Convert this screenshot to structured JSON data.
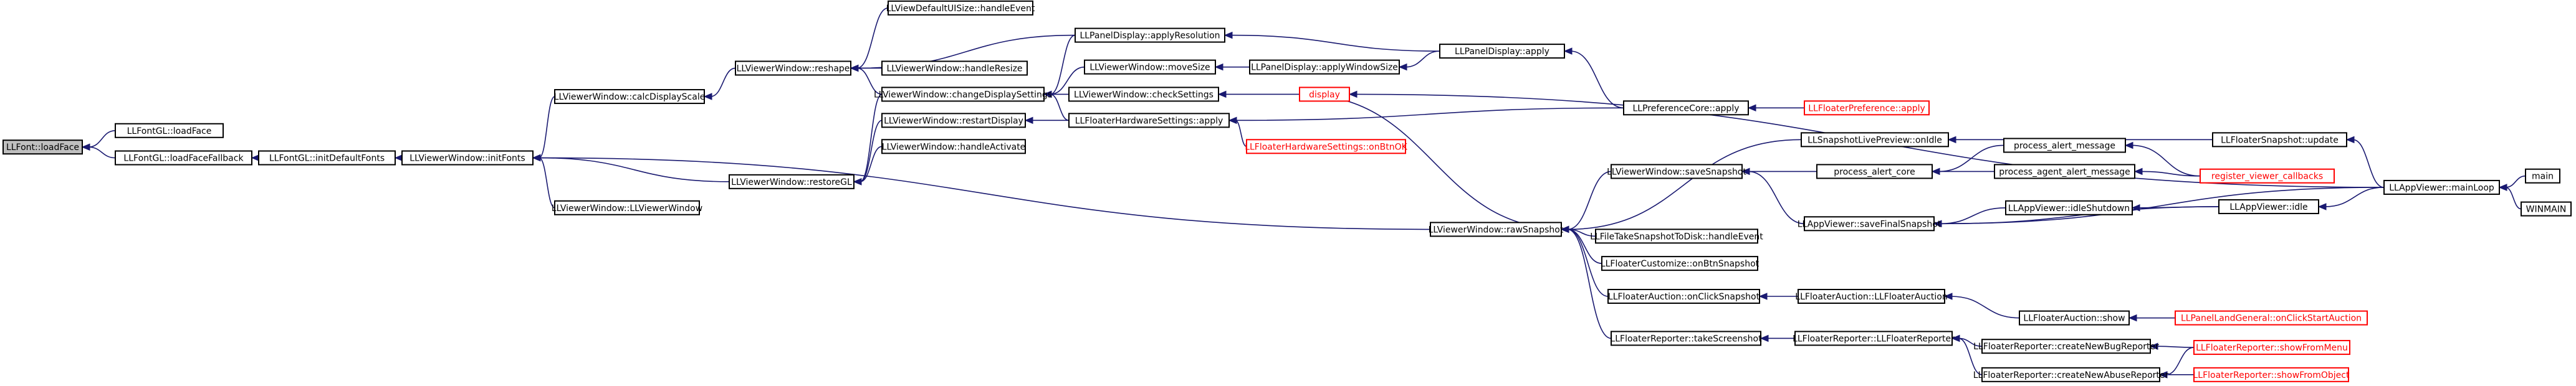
{
  "graph": {
    "nodes": [
      {
        "id": "loadFace",
        "label": "LLFont::loadFace",
        "style": "focus"
      },
      {
        "id": "glLoadFace",
        "label": "LLFontGL::loadFace",
        "style": "normal"
      },
      {
        "id": "glLoadFaceFallback",
        "label": "LLFontGL::loadFaceFallback",
        "style": "normal"
      },
      {
        "id": "initDefaultFonts",
        "label": "LLFontGL::initDefaultFonts",
        "style": "normal"
      },
      {
        "id": "initFonts",
        "label": "LLViewerWindow::initFonts",
        "style": "normal"
      },
      {
        "id": "calcDisplayScale",
        "label": "LLViewerWindow::calcDisplayScale",
        "style": "normal"
      },
      {
        "id": "restoreGL",
        "label": "LLViewerWindow::restoreGL",
        "style": "normal"
      },
      {
        "id": "vwCtor",
        "label": "LLViewerWindow::LLViewerWindow",
        "style": "normal"
      },
      {
        "id": "reshape",
        "label": "LLViewerWindow::reshape",
        "style": "normal"
      },
      {
        "id": "changeDisplaySettings",
        "label": "LLViewerWindow::changeDisplaySettings",
        "style": "normal"
      },
      {
        "id": "restartDisplay",
        "label": "LLViewerWindow::restartDisplay",
        "style": "normal"
      },
      {
        "id": "handleActivate",
        "label": "LLViewerWindow::handleActivate",
        "style": "normal"
      },
      {
        "id": "handleEvent",
        "label": "LLViewDefaultUISize::handleEvent",
        "style": "normal"
      },
      {
        "id": "handleResize",
        "label": "LLViewerWindow::handleResize",
        "style": "normal"
      },
      {
        "id": "applyResolution",
        "label": "LLPanelDisplay::applyResolution",
        "style": "normal"
      },
      {
        "id": "moveSize",
        "label": "LLViewerWindow::moveSize",
        "style": "normal"
      },
      {
        "id": "checkSettings",
        "label": "LLViewerWindow::checkSettings",
        "style": "normal"
      },
      {
        "id": "hwApply",
        "label": "LLFloaterHardwareSettings::apply",
        "style": "normal"
      },
      {
        "id": "hwOnBtnOK",
        "label": "LLFloaterHardwareSettings::onBtnOK",
        "style": "red"
      },
      {
        "id": "display",
        "label": "display",
        "style": "red"
      },
      {
        "id": "applyWindowSize",
        "label": "LLPanelDisplay::applyWindowSize",
        "style": "normal"
      },
      {
        "id": "pdApply",
        "label": "LLPanelDisplay::apply",
        "style": "normal"
      },
      {
        "id": "prefCoreApply",
        "label": "LLPreferenceCore::apply",
        "style": "normal"
      },
      {
        "id": "prefApply",
        "label": "LLFloaterPreference::apply",
        "style": "red"
      },
      {
        "id": "rawSnapshot",
        "label": "LLViewerWindow::rawSnapshot",
        "style": "normal"
      },
      {
        "id": "saveSnapshot",
        "label": "LLViewerWindow::saveSnapshot",
        "style": "normal"
      },
      {
        "id": "fileTake",
        "label": "LLFileTakeSnapshotToDisk::handleEvent",
        "style": "normal"
      },
      {
        "id": "fcOnBtn",
        "label": "LLFloaterCustomize::onBtnSnapshot",
        "style": "normal"
      },
      {
        "id": "faOnClick",
        "label": "LLFloaterAuction::onClickSnapshot",
        "style": "normal"
      },
      {
        "id": "frTake",
        "label": "LLFloaterReporter::takeScreenshot",
        "style": "normal"
      },
      {
        "id": "snapLiveOnIdle",
        "label": "LLSnapshotLivePreview::onIdle",
        "style": "normal"
      },
      {
        "id": "processAlertCore",
        "label": "process_alert_core",
        "style": "normal"
      },
      {
        "id": "saveFinalSnapshot",
        "label": "LLAppViewer::saveFinalSnapshot",
        "style": "normal"
      },
      {
        "id": "faCtor",
        "label": "LLFloaterAuction::LLFloaterAuction",
        "style": "normal"
      },
      {
        "id": "frCtor",
        "label": "LLFloaterReporter::LLFloaterReporter",
        "style": "normal"
      },
      {
        "id": "fsUpdate",
        "label": "LLFloaterSnapshot::update",
        "style": "normal"
      },
      {
        "id": "processAlertMessage",
        "label": "process_alert_message",
        "style": "normal"
      },
      {
        "id": "processAgentAlert",
        "label": "process_agent_alert_message",
        "style": "normal"
      },
      {
        "id": "idleShutdown",
        "label": "LLAppViewer::idleShutdown",
        "style": "normal"
      },
      {
        "id": "faShow",
        "label": "LLFloaterAuction::show",
        "style": "normal"
      },
      {
        "id": "createBug",
        "label": "LLFloaterReporter::createNewBugReporter",
        "style": "normal"
      },
      {
        "id": "createAbuse",
        "label": "LLFloaterReporter::createNewAbuseReporter",
        "style": "normal"
      },
      {
        "id": "registerCallbacks",
        "label": "register_viewer_callbacks",
        "style": "red"
      },
      {
        "id": "appIdle",
        "label": "LLAppViewer::idle",
        "style": "normal"
      },
      {
        "id": "plgOnClick",
        "label": "LLPanelLandGeneral::onClickStartAuction",
        "style": "red"
      },
      {
        "id": "showFromMenu",
        "label": "LLFloaterReporter::showFromMenu",
        "style": "red"
      },
      {
        "id": "showFromObject",
        "label": "LLFloaterReporter::showFromObject",
        "style": "red"
      },
      {
        "id": "mainLoop",
        "label": "LLAppViewer::mainLoop",
        "style": "normal"
      },
      {
        "id": "main",
        "label": "main",
        "style": "normal"
      },
      {
        "id": "winmain",
        "label": "WINMAIN",
        "style": "normal"
      }
    ],
    "edges": [
      [
        "glLoadFace",
        "loadFace"
      ],
      [
        "glLoadFaceFallback",
        "loadFace"
      ],
      [
        "initDefaultFonts",
        "glLoadFaceFallback"
      ],
      [
        "initFonts",
        "initDefaultFonts"
      ],
      [
        "calcDisplayScale",
        "initFonts"
      ],
      [
        "restoreGL",
        "initFonts"
      ],
      [
        "vwCtor",
        "initFonts"
      ],
      [
        "rawSnapshot",
        "initFonts"
      ],
      [
        "reshape",
        "calcDisplayScale"
      ],
      [
        "changeDisplaySettings",
        "restoreGL"
      ],
      [
        "restartDisplay",
        "restoreGL"
      ],
      [
        "handleActivate",
        "restoreGL"
      ],
      [
        "handleEvent",
        "reshape"
      ],
      [
        "handleResize",
        "reshape"
      ],
      [
        "changeDisplaySettings",
        "reshape"
      ],
      [
        "applyResolution",
        "reshape"
      ],
      [
        "applyResolution",
        "changeDisplaySettings"
      ],
      [
        "moveSize",
        "changeDisplaySettings"
      ],
      [
        "checkSettings",
        "changeDisplaySettings"
      ],
      [
        "hwApply",
        "changeDisplaySettings"
      ],
      [
        "hwApply",
        "restartDisplay"
      ],
      [
        "pdApply",
        "applyResolution"
      ],
      [
        "applyWindowSize",
        "moveSize"
      ],
      [
        "pdApply",
        "applyWindowSize"
      ],
      [
        "display",
        "checkSettings"
      ],
      [
        "prefCoreApply",
        "hwApply"
      ],
      [
        "hwOnBtnOK",
        "hwApply"
      ],
      [
        "mainLoop",
        "display"
      ],
      [
        "prefCoreApply",
        "pdApply"
      ],
      [
        "prefApply",
        "prefCoreApply"
      ],
      [
        "display",
        "rawSnapshot"
      ],
      [
        "saveSnapshot",
        "rawSnapshot"
      ],
      [
        "fileTake",
        "rawSnapshot"
      ],
      [
        "fcOnBtn",
        "rawSnapshot"
      ],
      [
        "faOnClick",
        "rawSnapshot"
      ],
      [
        "frTake",
        "rawSnapshot"
      ],
      [
        "snapLiveOnIdle",
        "rawSnapshot"
      ],
      [
        "processAlertCore",
        "saveSnapshot"
      ],
      [
        "saveFinalSnapshot",
        "saveSnapshot"
      ],
      [
        "faCtor",
        "faOnClick"
      ],
      [
        "frCtor",
        "frTake"
      ],
      [
        "fsUpdate",
        "snapLiveOnIdle"
      ],
      [
        "processAlertMessage",
        "processAlertCore"
      ],
      [
        "processAgentAlert",
        "processAlertCore"
      ],
      [
        "idleShutdown",
        "saveFinalSnapshot"
      ],
      [
        "appIdle",
        "saveFinalSnapshot"
      ],
      [
        "mainLoop",
        "saveFinalSnapshot"
      ],
      [
        "faShow",
        "faCtor"
      ],
      [
        "createBug",
        "frCtor"
      ],
      [
        "createAbuse",
        "frCtor"
      ],
      [
        "registerCallbacks",
        "processAlertMessage"
      ],
      [
        "registerCallbacks",
        "processAgentAlert"
      ],
      [
        "appIdle",
        "idleShutdown"
      ],
      [
        "mainLoop",
        "fsUpdate"
      ],
      [
        "mainLoop",
        "appIdle"
      ],
      [
        "plgOnClick",
        "faShow"
      ],
      [
        "showFromMenu",
        "createBug"
      ],
      [
        "showFromMenu",
        "createAbuse"
      ],
      [
        "showFromObject",
        "createAbuse"
      ],
      [
        "main",
        "mainLoop"
      ],
      [
        "winmain",
        "mainLoop"
      ]
    ]
  },
  "colors": {
    "edge": "#191970",
    "node_border": "#000000",
    "node_fill": "#ffffff",
    "focus_fill": "#bfbfbf",
    "red": "#ff0000"
  }
}
